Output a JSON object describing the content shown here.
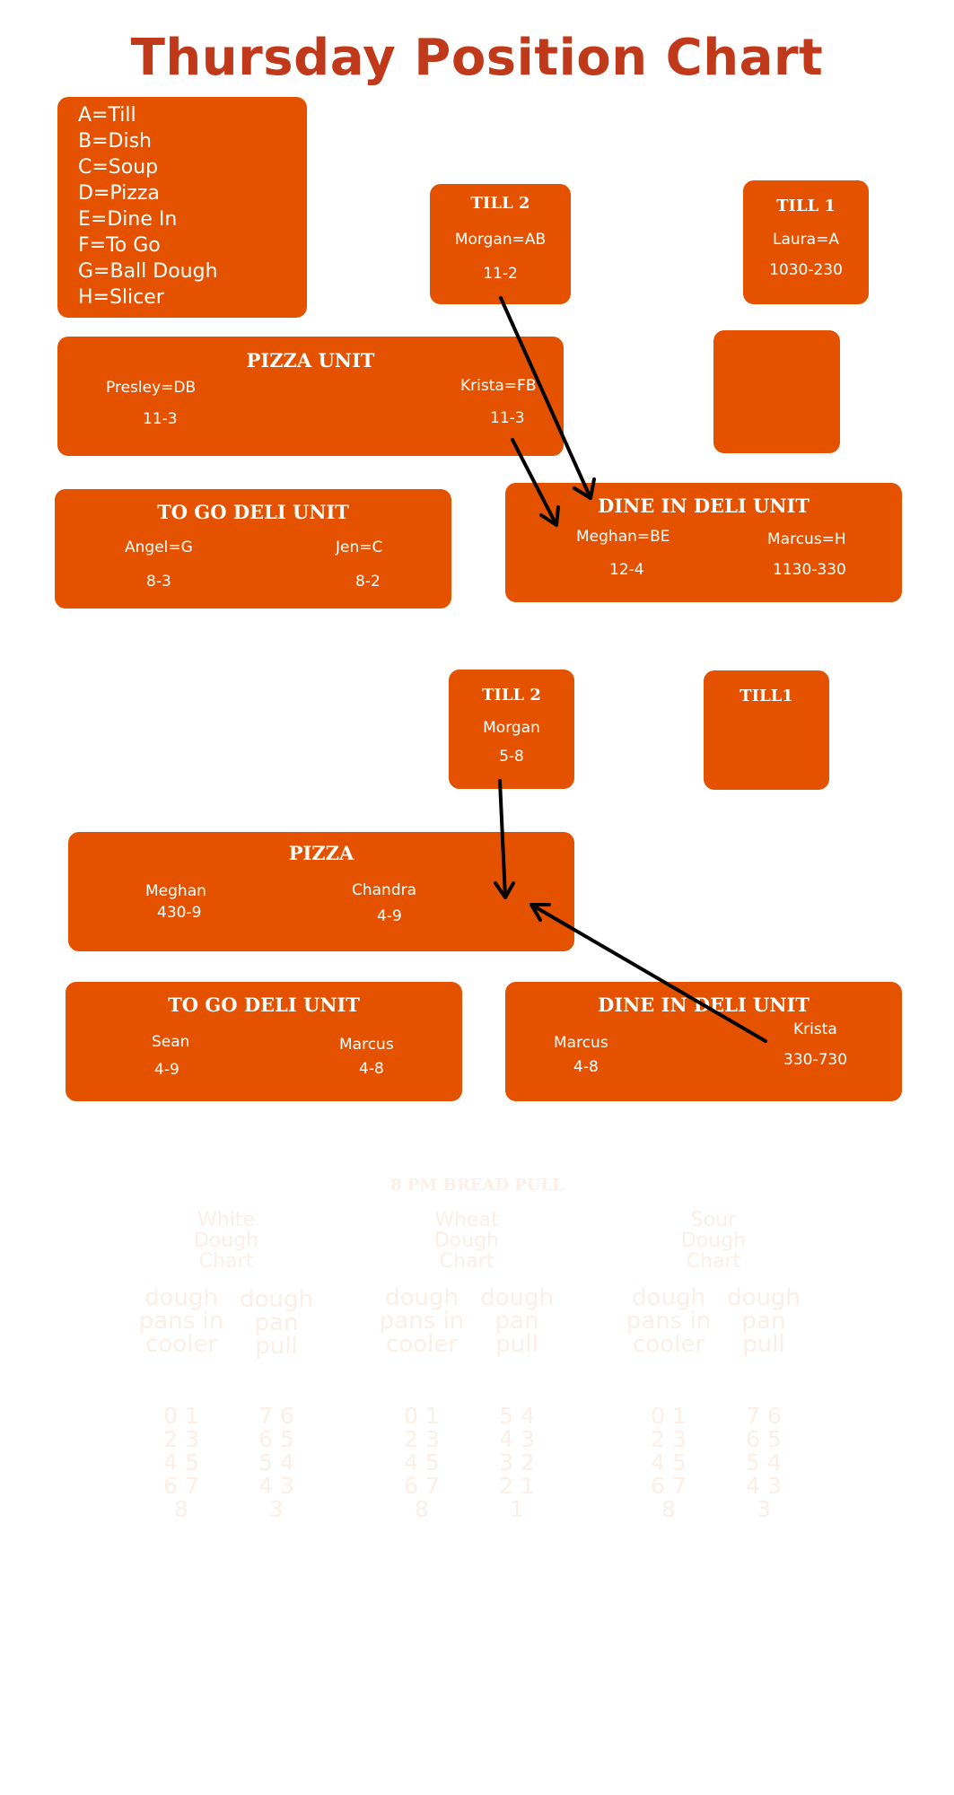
{
  "title": "Thursday Position Chart",
  "legend": [
    "A=Till",
    "B=Dish",
    "C=Soup",
    "D=Pizza",
    "E=Dine In",
    "F=To Go",
    "G=Ball Dough",
    "H=Slicer"
  ],
  "shift1": {
    "till2": {
      "title": "TILL 2",
      "name": "Morgan=AB",
      "time": "11-2"
    },
    "till1": {
      "title": "TILL 1",
      "name": "Laura=A",
      "time": "1030-230"
    },
    "pizza": {
      "title": "PIZZA UNIT",
      "p1_name": "Presley=DB",
      "p1_time": "11-3",
      "p2_name": "Krista=FB",
      "p2_time": "11-3"
    },
    "togo": {
      "title": "TO GO DELI UNIT",
      "p1_name": "Angel=G",
      "p1_time": "8-3",
      "p2_name": "Jen=C",
      "p2_time": "8-2"
    },
    "dinein": {
      "title": "DINE IN DELI UNIT",
      "p1_name": "Meghan=BE",
      "p1_time": "12-4",
      "p2_name": "Marcus=H",
      "p2_time": "1130-330"
    }
  },
  "shift2": {
    "till2": {
      "title": "TILL 2",
      "name": "Morgan",
      "time": "5-8"
    },
    "till1": {
      "title": "TILL1"
    },
    "pizza": {
      "title": "PIZZA",
      "p1_name": "Meghan",
      "p1_time": "430-9",
      "p2_name": "Chandra",
      "p2_time": "4-9"
    },
    "togo": {
      "title": "TO GO DELI UNIT",
      "p1_name": "Sean",
      "p1_time": "4-9",
      "p2_name": "Marcus",
      "p2_time": "4-8"
    },
    "dinein": {
      "title": "DINE IN DELI UNIT",
      "p1_name": "Marcus",
      "p1_time": "4-8",
      "p2_name": "Krista",
      "p2_time": "330-730"
    }
  },
  "bread_pull": {
    "title": "8 PM BREAD PULL",
    "charts": [
      {
        "title": "White Dough Chart",
        "col1": "dough pans in cooler",
        "col2": "dough pan pull",
        "col1_values": "0 1 2 3 4 5 6 7 8",
        "col2_values": "7 6 6 5 5 4 4 3 3"
      },
      {
        "title": "Wheat Dough Chart",
        "col1": "dough pans in cooler",
        "col2": "dough pan pull",
        "col1_values": "0 1 2 3 4 5 6 7 8",
        "col2_values": "5 4 4 3 3 2 2 1 1"
      },
      {
        "title": "Sour Dough Chart",
        "col1": "dough pans in cooler",
        "col2": "dough pan pull",
        "col1_values": "0 1 2 3 4 5 6 7 8",
        "col2_values": "7 6 6 5 5 4 4 3 3"
      }
    ]
  },
  "colors": {
    "title": "#c0391a",
    "box": "#e45200",
    "box_text": "#ffffff",
    "faint_text": "#fbefe7",
    "arrow": "#000000"
  }
}
